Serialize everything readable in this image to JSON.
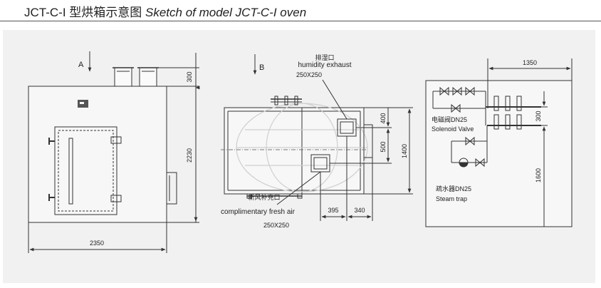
{
  "title": {
    "cn": "JCT-C-I 型烘箱示意图",
    "en": "Sketch of model JCT-C-I oven"
  },
  "front_view": {
    "view_letter": "A",
    "dim_width": "2350",
    "dim_height": "2230",
    "dim_top": "300"
  },
  "top_view": {
    "view_letter": "B",
    "exhaust_label_cn": "排湿口",
    "exhaust_label_en": "humidity exhaust",
    "exhaust_size": "250X250",
    "fresh_label_cn": "新风补充口",
    "fresh_label_en": "complimentary fresh air",
    "fresh_size": "250X250",
    "dim_400": "400",
    "dim_500": "500",
    "dim_1400": "1400",
    "dim_395": "395",
    "dim_340": "340"
  },
  "side_view": {
    "dim_1350": "1350",
    "dim_300": "300",
    "dim_1600": "1600",
    "solenoid_cn": "电磁阀DN25",
    "solenoid_en": "Solenoid Valve",
    "trap_cn": "疏水器DN25",
    "trap_en": "Steam  trap"
  }
}
